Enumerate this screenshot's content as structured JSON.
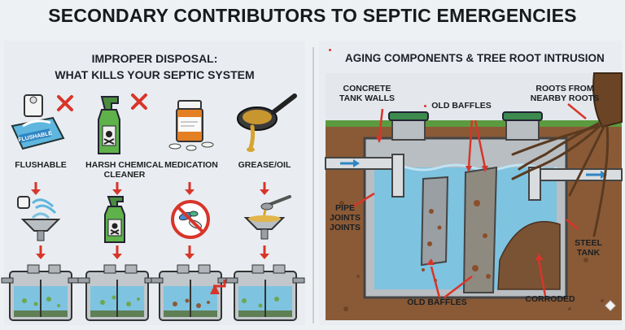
{
  "title": "SECONDARY CONTRIBUTORS TO SEPTIC EMERGENCIES",
  "left_panel": {
    "heading_line1": "IMPROPER DISPOSAL:",
    "heading_line2": "WHAT KILLS YOUR SEPTIC SYSTEM",
    "items": [
      {
        "label": "FLUSHABLE",
        "icon": "wet-wipes-icon"
      },
      {
        "label_line1": "HARSH CHEMICAL",
        "label_line2": "CLEANER",
        "icon": "spray-bottle-icon"
      },
      {
        "label": "MEDICATION",
        "icon": "pill-bottle-icon"
      },
      {
        "label": "GREASE/OIL",
        "icon": "frying-pan-icon"
      }
    ],
    "wipes_pack_text": "FLUSHABLE"
  },
  "right_panel": {
    "heading": "AGING COMPONENTS & TREE ROOT INTRUSION",
    "labels": {
      "concrete_line1": "CONCRETE",
      "concrete_line2": "TANK WALLS",
      "old_baffles_top": "OLD BAFFLES",
      "roots_line1": "ROOTS FROM",
      "roots_line2": "NEARBY ROOTS",
      "pipe_line1": "PIPE",
      "pipe_line2": "JOINTS",
      "pipe_line3": "JOINTS",
      "steel_line1": "STEEL",
      "steel_line2": "TANK",
      "old_baffles_bottom": "OLD BAFFLES",
      "corroded": "CORRODED"
    }
  },
  "colors": {
    "red_accent": "#d8352a",
    "water_blue": "#7ec3e0",
    "soil_brown": "#8a5a36",
    "tank_gray": "#b9bec2",
    "lid_green": "#3d8a4e"
  }
}
